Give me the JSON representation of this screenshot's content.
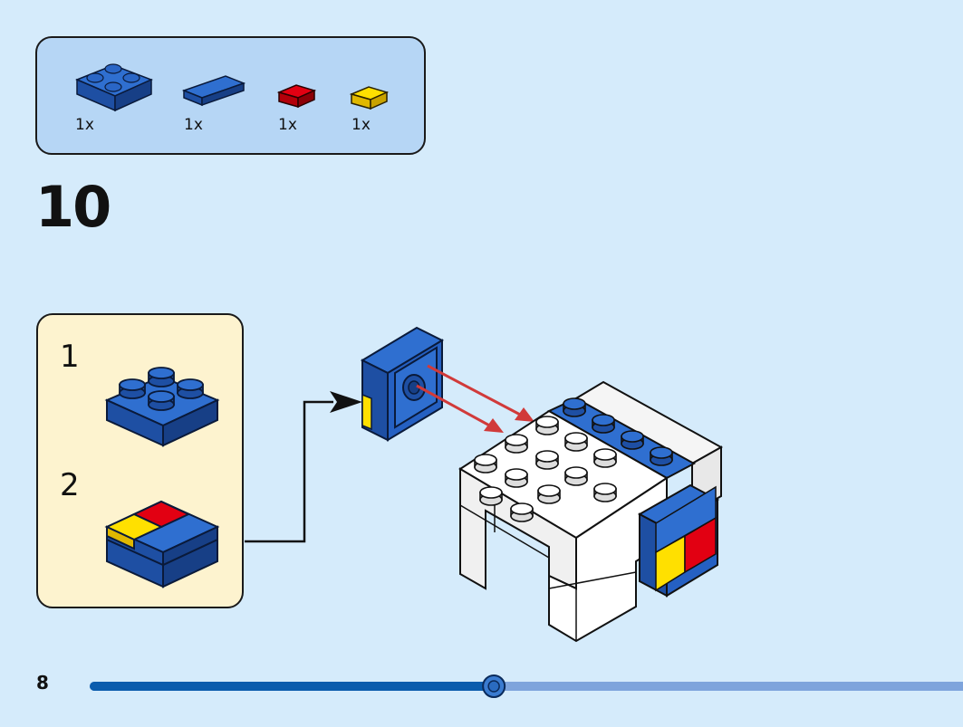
{
  "parts_list": {
    "items": [
      {
        "name": "blue-2x2-plate",
        "color": "#1f5fbf",
        "qty": "1x"
      },
      {
        "name": "blue-1x2-tile",
        "color": "#1f5fbf",
        "qty": "1x"
      },
      {
        "name": "red-1x1-tile",
        "color": "#d4000b",
        "qty": "1x"
      },
      {
        "name": "yellow-1x1-tile",
        "color": "#ffd400",
        "qty": "1x"
      }
    ]
  },
  "step": {
    "number": "10"
  },
  "substeps": [
    {
      "number": "1"
    },
    {
      "number": "2"
    }
  ],
  "footer": {
    "page_number": "8",
    "progress": 0.46
  },
  "colors": {
    "background": "#d5ebfb",
    "parts_panel": "#b6d6f5",
    "substeps_panel": "#fdf3cf",
    "blue": "#1f5fbf",
    "red": "#d4000b",
    "yellow": "#ffd400",
    "white": "#ffffff",
    "arrow_red": "#d13a3a",
    "progress_done": "#0b5cad",
    "progress_rest": "#7ea4dc"
  }
}
